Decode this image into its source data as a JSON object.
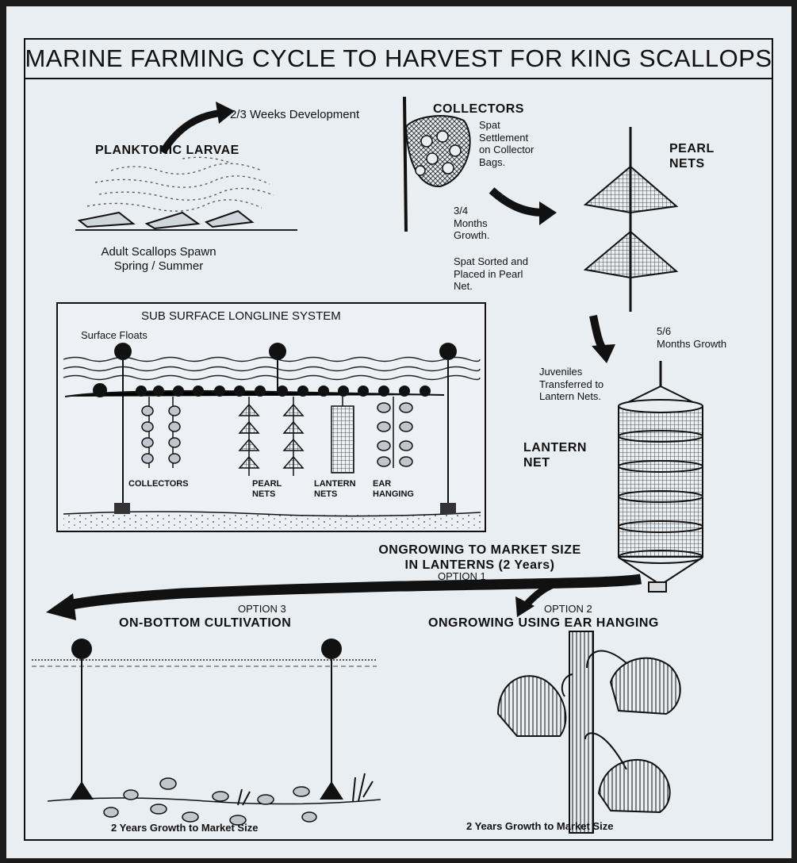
{
  "title": "MARINE FARMING CYCLE TO HARVEST FOR KING SCALLOPS",
  "stages": {
    "development": "2/3 Weeks Development",
    "planktonic_larvae": "PLANKTONIC LARVAE",
    "adult_spawn": "Adult Scallops Spawn\nSpring / Summer",
    "collectors": "COLLECTORS",
    "spat_settlement": "Spat\nSettlement\non Collector\nBags.",
    "pearl_nets": "PEARL\nNETS",
    "growth_3_4": "3/4\nMonths\nGrowth.",
    "spat_sorted": "Spat Sorted and\nPlaced in Pearl\nNet.",
    "growth_5_6": "5/6\nMonths Growth",
    "juveniles": "Juveniles\nTransferred to\nLantern Nets.",
    "lantern_net": "LANTERN\nNET",
    "ongrowing_lanterns": "ONGROWING TO MARKET SIZE\nIN LANTERNS (2 Years)",
    "option1": "OPTION 1",
    "option2": "OPTION 2",
    "option3": "OPTION 3",
    "on_bottom": "ON-BOTTOM CULTIVATION",
    "ear_hanging": "ONGROWING USING EAR HANGING",
    "years_bottom": "2 Years Growth to Market Size",
    "years_ear": "2 Years Growth to Market Size"
  },
  "longline": {
    "title": "SUB SURFACE LONGLINE SYSTEM",
    "surface_floats": "Surface Floats",
    "collectors": "COLLECTORS",
    "pearl_nets": "PEARL\nNETS",
    "lantern_nets": "LANTERN\nNETS",
    "ear_hanging": "EAR\nHANGING"
  }
}
